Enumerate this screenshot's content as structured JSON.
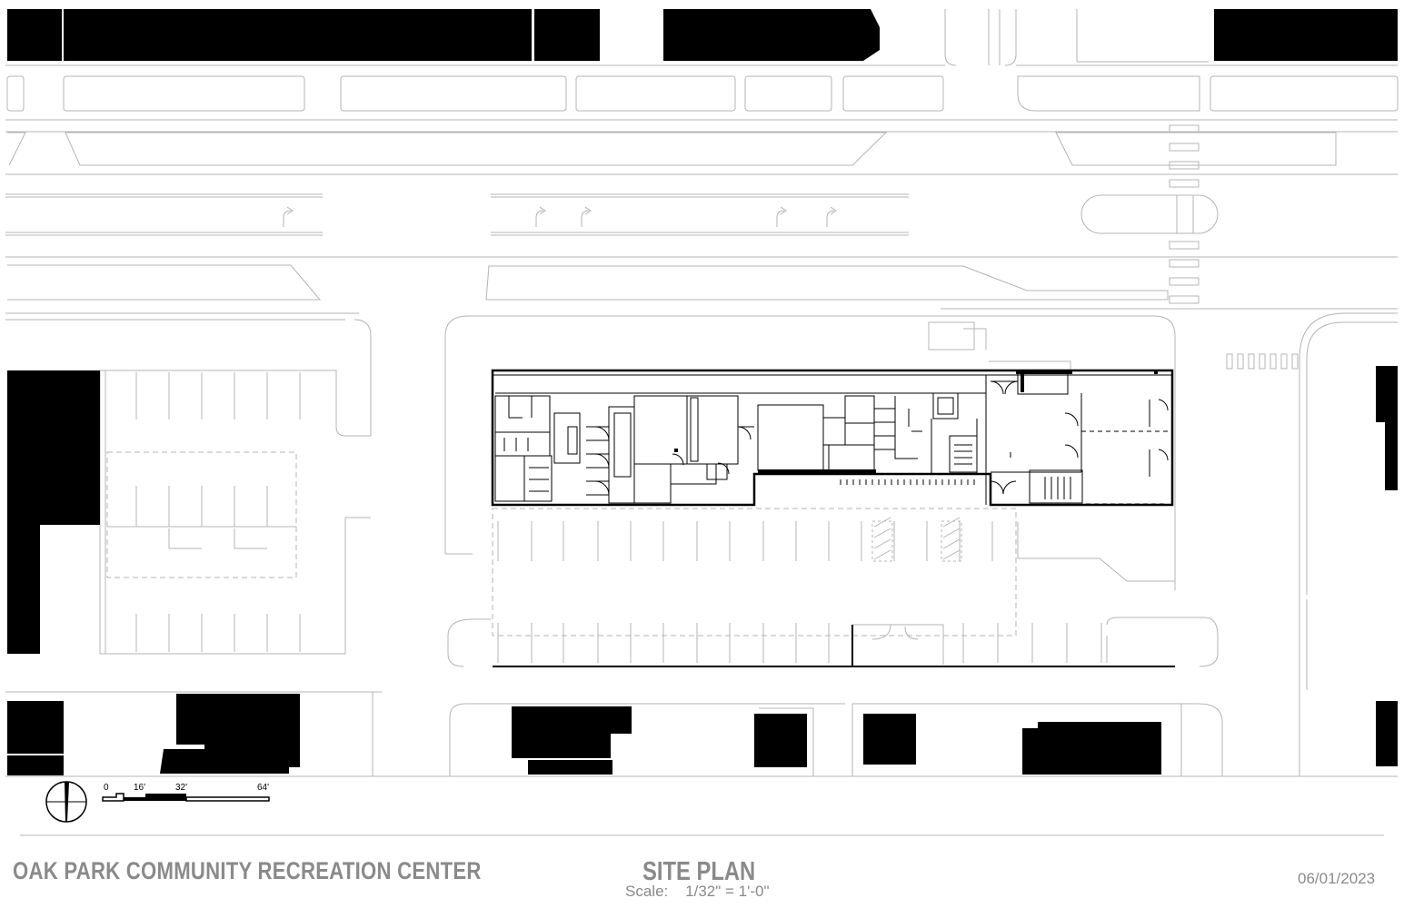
{
  "title_block": {
    "project": "OAK PARK COMMUNITY RECREATION CENTER",
    "sheet": "SITE PLAN",
    "scale_prefix": "Scale:",
    "scale_value": "1/32\" = 1'-0\"",
    "date": "06/01/2023"
  },
  "scale_bar": {
    "labels": [
      "0",
      "16'",
      "32'",
      "64'"
    ]
  },
  "colors": {
    "line": "#b4b4b4",
    "solid": "#000000",
    "text": "#8a8a8a"
  }
}
